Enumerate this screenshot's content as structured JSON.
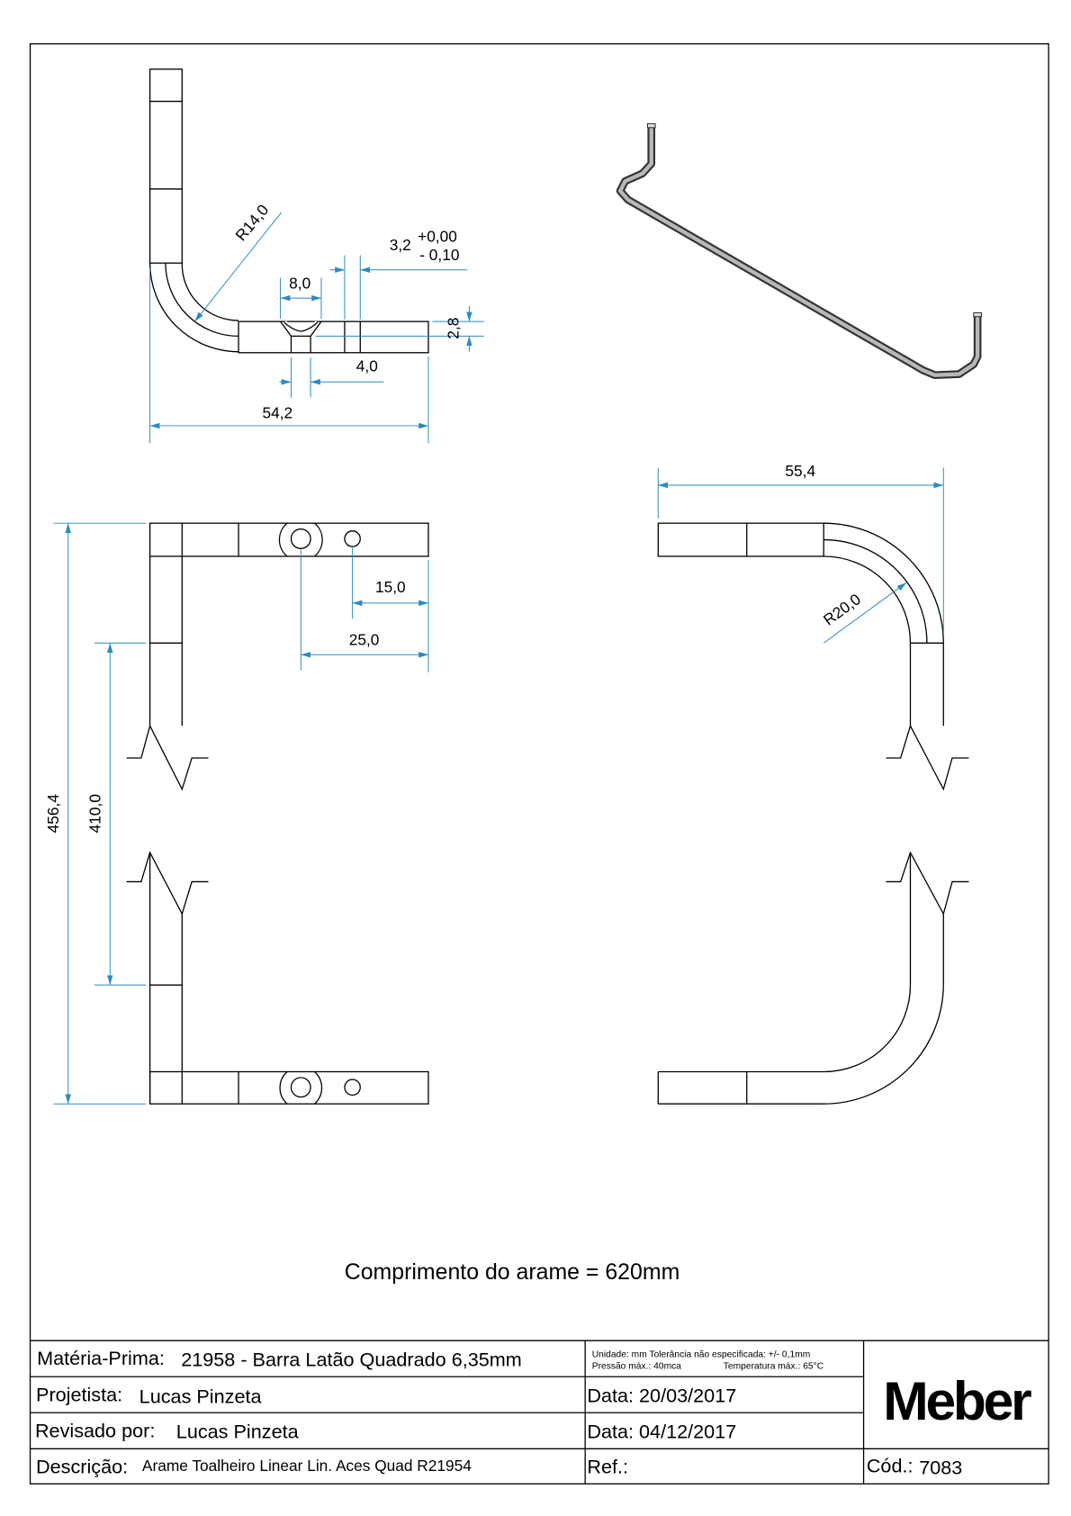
{
  "drawing": {
    "side_view_dims": {
      "radius": "R14,0",
      "tolerance_nominal": "3,2",
      "tolerance_upper": "+0,00",
      "tolerance_lower": "- 0,10",
      "countersink_width": "8,0",
      "hole_width": "4,0",
      "thickness": "2,8",
      "overall_length": "54,2"
    },
    "top_view_dims": {
      "overall_height": "456,4",
      "inner_height": "410,0",
      "hole_offset_small": "15,0",
      "hole_offset_large": "25,0"
    },
    "front_view_dims": {
      "width": "55,4",
      "radius": "R20,0"
    },
    "note": "Comprimento do arame = 620mm",
    "dimension_color": "#2a8ac4"
  },
  "title_block": {
    "material_label": "Matéria-Prima:",
    "material_value": "21958 - Barra Latão Quadrado 6,35mm",
    "spec_line1": "Unidade: mm Tolerância não especificada: +/- 0,1mm",
    "spec_line2_a": "Pressão máx.: 40mca",
    "spec_line2_b": "Temperatura máx.: 65°C",
    "designer_label": "Projetista:",
    "designer_value": "Lucas Pinzeta",
    "date1": "Data: 20/03/2017",
    "reviewer_label": "Revisado por:",
    "reviewer_value": "Lucas Pinzeta",
    "date2": "Data: 04/12/2017",
    "description_label": "Descrição:",
    "description_value": "Arame Toalheiro Linear Lin. Aces Quad R21954",
    "ref_label": "Ref.:",
    "code_label": "Cód.:",
    "code_value": "7083",
    "logo": "Meber"
  }
}
